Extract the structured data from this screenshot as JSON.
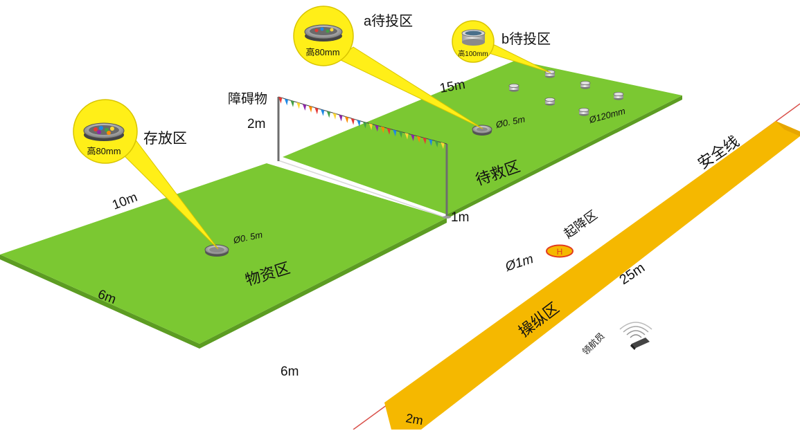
{
  "colors": {
    "field_green": "#7bc832",
    "field_green_shadow": "#5c9c22",
    "pilot_zone_orange": "#f5b800",
    "safety_line_red": "#d9504a",
    "callout_yellow": "#ffef18",
    "helipad_fill": "#f5b800",
    "helipad_stroke": "#e23b1e",
    "pennant_colors": [
      "#e53935",
      "#1e88e5",
      "#43a047",
      "#fdd835",
      "#8e24aa",
      "#fb8c00"
    ]
  },
  "zones": {
    "supplies": "物资区",
    "rescue": "待救区",
    "landing": "起降区",
    "pilot": "操纵区",
    "safety_line": "安全线",
    "navigator": "领航员"
  },
  "callouts": {
    "storage": {
      "title": "存放区",
      "height": "高80mm",
      "icon": "tray-with-balls-icon"
    },
    "drop_a": {
      "title": "a待投区",
      "height": "高80mm",
      "icon": "tray-with-balls-icon"
    },
    "drop_b": {
      "title": "b待投区",
      "height": "高100mm",
      "icon": "cylinder-target-icon"
    }
  },
  "obstacle": {
    "label": "障碍物",
    "height": "2m"
  },
  "dimensions": {
    "supplies_length": "10m",
    "supplies_width": "6m",
    "gap_to_pilot": "6m",
    "rescue_length": "15m",
    "obstacle_offset": "1m",
    "pilot_length": "25m",
    "pilot_width": "2m",
    "helipad_diameter": "Ø1m",
    "storage_target_diameter": "Ø0. 5m",
    "drop_a_target_diameter": "Ø0. 5m",
    "drop_b_target_diameter": "Ø120mm"
  },
  "helipad_mark": "H"
}
